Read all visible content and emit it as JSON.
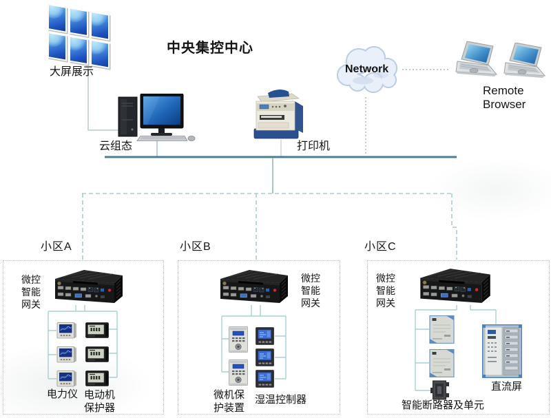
{
  "title": "中央集控中心",
  "colors": {
    "bus_line": "#4d7d8f",
    "branch_line": "#8cb8c0",
    "dashed_line": "#a9ccd3",
    "zone_border": "#a3c6d4",
    "device_link": "#a9cfd4",
    "network_link": "#9aa6ab",
    "screen_blue": "#2a6fd0",
    "tile_blue": "#1c50bd"
  },
  "center": {
    "video_wall_label": "大屏展示",
    "scada_label": "云组态",
    "printer_label": "打印机",
    "cloud_label": "Network",
    "remote_label": "Remote\nBrowser"
  },
  "zones": [
    {
      "name": "小区A",
      "gateway_label": "微控\n智能\n网关",
      "devices": [
        {
          "label": "电力仪"
        },
        {
          "label": "电动机\n保护器"
        }
      ]
    },
    {
      "name": "小区B",
      "gateway_label": "微控\n智能\n网关",
      "devices": [
        {
          "label": "微机保\n护装置"
        },
        {
          "label": "湿温控制器"
        }
      ]
    },
    {
      "name": "小区C",
      "gateway_label": "微控\n智能\n网关",
      "devices": [
        {
          "label": "智能断路器及单元"
        },
        {
          "label": "直流屏"
        }
      ]
    }
  ]
}
